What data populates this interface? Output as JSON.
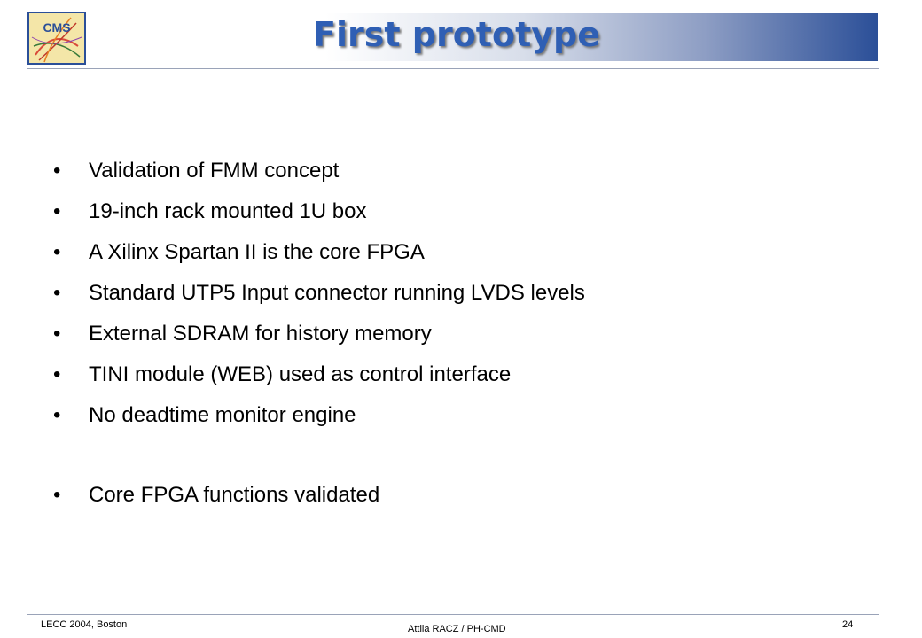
{
  "header": {
    "title": "First prototype",
    "logo_icon": "cms-logo-icon",
    "logo_text": "CMS"
  },
  "bullets": [
    "Validation of FMM concept",
    "19-inch rack mounted 1U box",
    "A Xilinx Spartan II is the core FPGA",
    "Standard UTP5 Input connector running LVDS levels",
    "External SDRAM for history memory",
    "TINI module (WEB) used as control interface",
    "No deadtime monitor engine",
    "Core FPGA functions validated"
  ],
  "bullet_glyph": "•",
  "footer": {
    "left": "LECC 2004, Boston",
    "center": "Attila RACZ / PH-CMD",
    "page_number": "24"
  },
  "colors": {
    "title": "#2f5fb4",
    "header_gradient_end": "#2b4f98"
  }
}
